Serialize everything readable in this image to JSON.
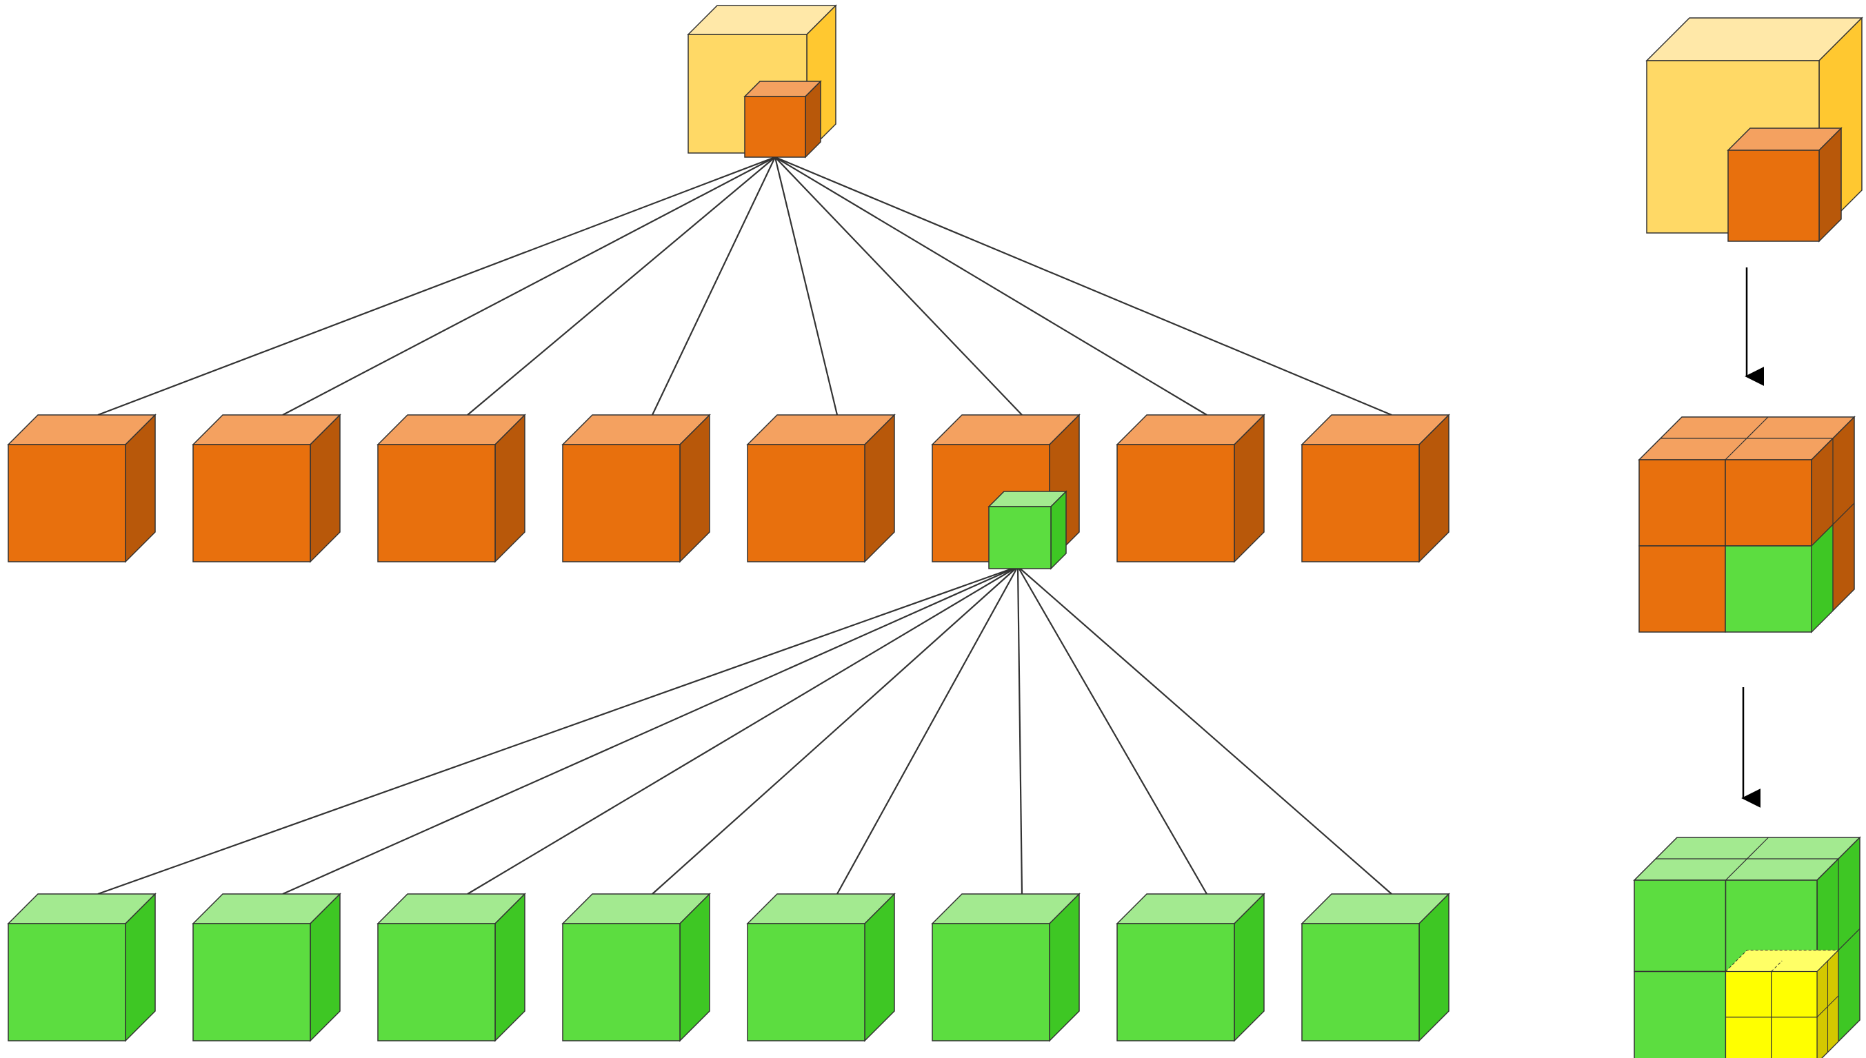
{
  "diagram": {
    "description_visible_text": "",
    "colors": {
      "root_face": "#FFD966",
      "root_top": "#FFE8A8",
      "root_side": "#FFC830",
      "orange_face": "#E8700D",
      "orange_top": "#F4A160",
      "orange_side": "#B8580A",
      "green_face": "#5CDD40",
      "green_top": "#A3EA90",
      "green_side": "#3EC724",
      "yellow_face": "#FFFF00",
      "yellow_top": "#FFFF66",
      "yellow_side": "#D4C800",
      "edge": "#333333",
      "line": "#333333"
    },
    "tree": {
      "root": {
        "label": "",
        "children_count": 8,
        "expanded_child_index": 5
      },
      "level1": {
        "count": 8,
        "expanded_index": 5
      },
      "level2": {
        "count": 8
      }
    },
    "subdivision_steps": {
      "count": 3,
      "arrows": 2
    }
  }
}
